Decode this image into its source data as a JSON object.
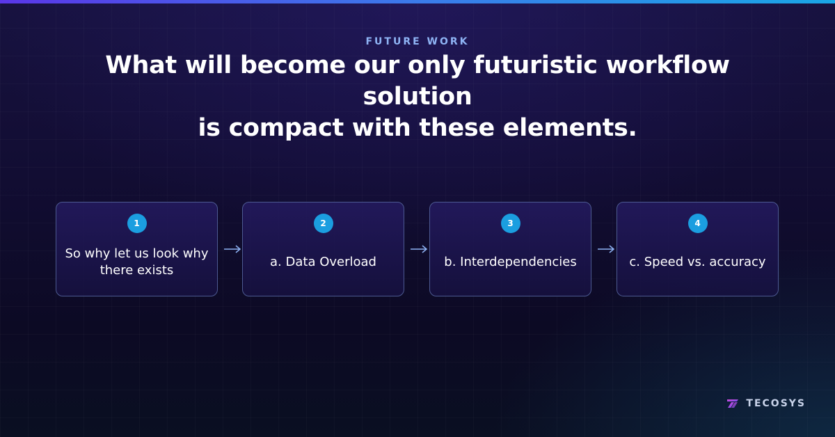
{
  "header": {
    "eyebrow": "FUTURE WORK",
    "headline_line1": "What will become our only futuristic workflow solution",
    "headline_line2": "is compact with these elements."
  },
  "steps": [
    {
      "number": "1",
      "label": "So why let us look why there exists"
    },
    {
      "number": "2",
      "label": "a. Data Overload"
    },
    {
      "number": "3",
      "label": "b. Interdependencies"
    },
    {
      "number": "4",
      "label": "c. Speed vs. accuracy"
    }
  ],
  "brand": {
    "name": "TECOSYS",
    "logo_icon": "tecosys-logo-icon"
  },
  "colors": {
    "accent": "#1b9ee0",
    "eyebrow": "#8fb4f5",
    "card_border": "#4d5a92",
    "logo_gradient_start": "#e04bd6",
    "logo_gradient_end": "#6a4cf0"
  }
}
